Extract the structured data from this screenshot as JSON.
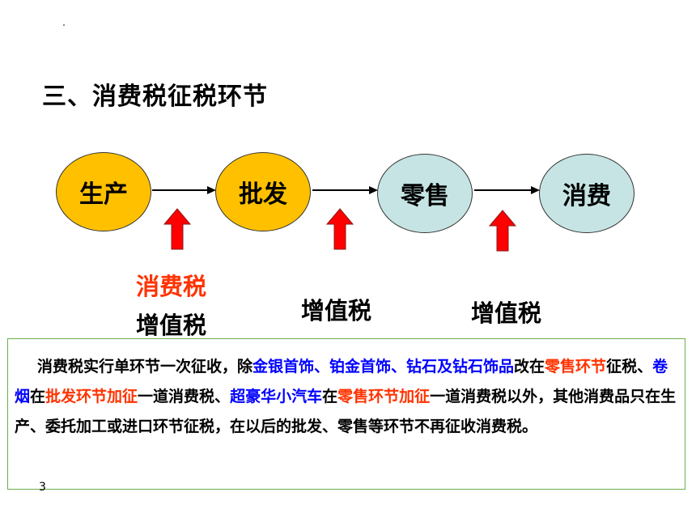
{
  "title": "三、消费税征税环节",
  "stages": [
    {
      "label": "生产",
      "fill": "#ffc000"
    },
    {
      "label": "批发",
      "fill": "#ffc000"
    },
    {
      "label": "零售",
      "fill": "#c6e4e4"
    },
    {
      "label": "消费",
      "fill": "#c6e4e4"
    }
  ],
  "taxes": {
    "t1_red": "消费税",
    "t1_black": "增值税",
    "t2": "增值税",
    "t3": "增值税"
  },
  "paragraph": {
    "s1": "消费税实行单环节一次征收，除",
    "s2": "金银首饰、铂金首饰、钻石及钻石饰品",
    "s3": "改在",
    "s4": "零售环节",
    "s5": "征税、",
    "s6": "卷烟",
    "s7": "在",
    "s8": "批发环节加征",
    "s9": "一道消费税、",
    "s10": "超豪华小汽车",
    "s11": "在",
    "s12": "零售环节加征",
    "s13": "一道消费税以外，其他消费品只在生产、委托加工或进口环节征税，在以后的批发、零售等环节不再征收消费税。"
  },
  "page_number": "3",
  "colors": {
    "accent_red": "#ff3300",
    "accent_blue": "#0000ff",
    "arrow_red": "#ff0000",
    "box_border": "#6ab04c"
  }
}
